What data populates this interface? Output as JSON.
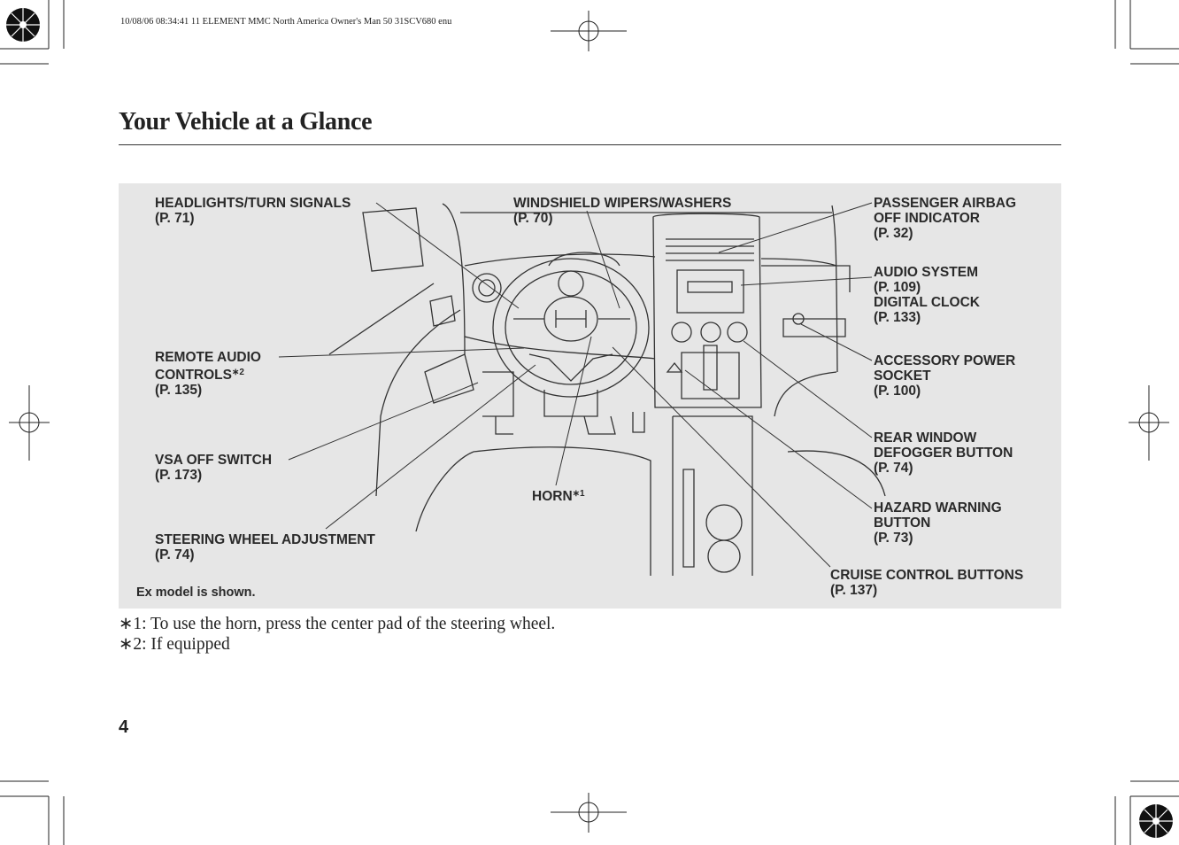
{
  "print_stamp": "10/08/06 08:34:41   11 ELEMENT MMC North America Owner's Man 50 31SCV680 enu",
  "page_title": "Your Vehicle at a Glance",
  "labels": {
    "headlights": {
      "line1": "HEADLIGHTS/TURN SIGNALS",
      "page": "(P. 71)"
    },
    "wipers": {
      "line1": "WINDSHIELD WIPERS/WASHERS",
      "page": "(P. 70)"
    },
    "passenger_airbag": {
      "line1": "PASSENGER AIRBAG",
      "line2": "OFF INDICATOR",
      "page": "(P. 32)"
    },
    "audio": {
      "line1": "AUDIO SYSTEM",
      "page1": "(P. 109)",
      "line2": "DIGITAL CLOCK",
      "page2": "(P. 133)"
    },
    "remote_audio": {
      "line1": "REMOTE AUDIO",
      "line2": "CONTROLS",
      "mark": "∗2",
      "page": "(P. 135)"
    },
    "accessory": {
      "line1": "ACCESSORY POWER",
      "line2": "SOCKET",
      "page": "(P. 100)"
    },
    "rear_defogger": {
      "line1": "REAR WINDOW",
      "line2": "DEFOGGER BUTTON",
      "page": "(P. 74)"
    },
    "vsa": {
      "line1": "VSA OFF SWITCH",
      "page": "(P. 173)"
    },
    "horn": {
      "line1": "HORN",
      "mark": "∗1"
    },
    "hazard": {
      "line1": "HAZARD WARNING",
      "line2": "BUTTON",
      "page": "(P. 73)"
    },
    "steering_adjust": {
      "line1": "STEERING WHEEL ADJUSTMENT",
      "page": "(P. 74)"
    },
    "cruise": {
      "line1": "CRUISE CONTROL BUTTONS",
      "page": "(P. 137)"
    }
  },
  "model_note": "Ex model is shown.",
  "footnotes": [
    "∗1: To use the horn, press the center pad of the steering wheel.",
    "∗2: If equipped"
  ],
  "page_number": "4"
}
